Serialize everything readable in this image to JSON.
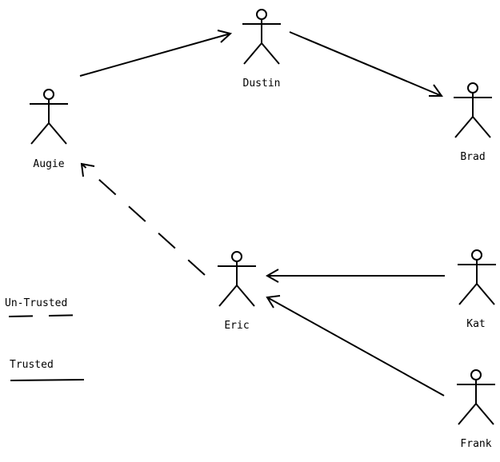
{
  "actors": {
    "augie": "Augie",
    "dustin": "Dustin",
    "brad": "Brad",
    "eric": "Eric",
    "kat": "Kat",
    "frank": "Frank"
  },
  "legend": {
    "untrusted": "Un-Trusted",
    "trusted": "Trusted"
  },
  "relations": [
    {
      "from": "Augie",
      "to": "Dustin",
      "type": "trusted"
    },
    {
      "from": "Dustin",
      "to": "Brad",
      "type": "trusted"
    },
    {
      "from": "Eric",
      "to": "Augie",
      "type": "untrusted"
    },
    {
      "from": "Kat",
      "to": "Eric",
      "type": "trusted"
    },
    {
      "from": "Frank",
      "to": "Eric",
      "type": "trusted"
    }
  ]
}
